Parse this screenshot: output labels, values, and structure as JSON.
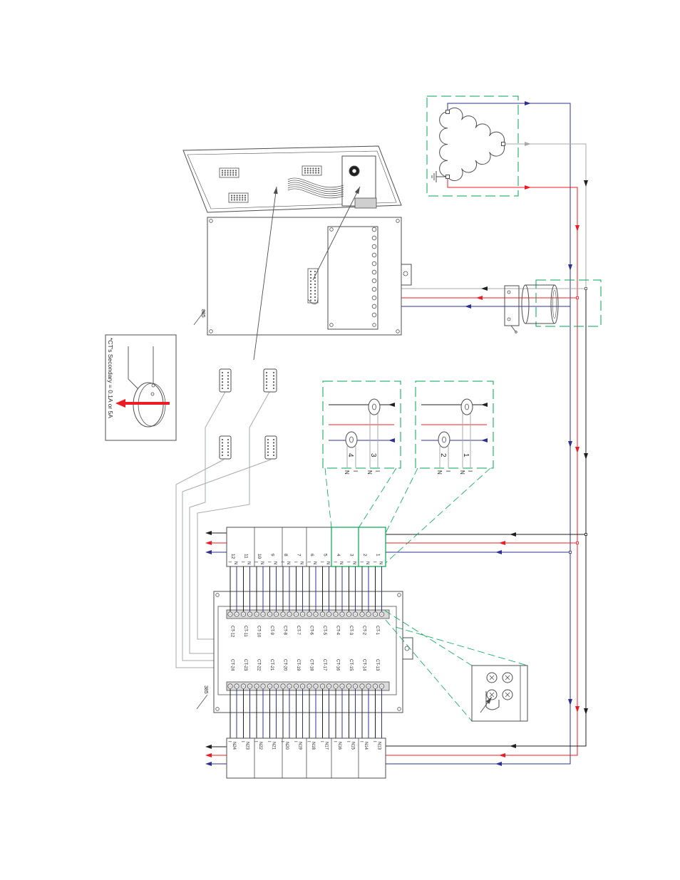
{
  "diagram": {
    "note": "*CT's Secondary = 0.1A or 5A",
    "monitor_label": "885",
    "terminal_board_label": "385"
  },
  "phase_labels": {
    "line": "I",
    "neutral": "N"
  },
  "detail_boxes": [
    {
      "ct_upper": "3",
      "ct_lower": "4"
    },
    {
      "ct_upper": "1",
      "ct_lower": "2"
    }
  ],
  "top_strip": {
    "ct_numbers": [
      "1",
      "2",
      "3",
      "4",
      "5",
      "6",
      "7",
      "8",
      "9",
      "10",
      "11",
      "12"
    ]
  },
  "terminal_board": {
    "top_row": [
      "CT-1",
      "CT-2",
      "CT-3",
      "CT-4",
      "CT-5",
      "CT-6",
      "CT-7",
      "CT-8",
      "CT-9",
      "CT-10",
      "CT-11",
      "CT-12"
    ],
    "bottom_row": [
      "CT-13",
      "CT-14",
      "CT-15",
      "CT-16",
      "CT-17",
      "CT-18",
      "CT-19",
      "CT-20",
      "CT-21",
      "CT-22",
      "CT-23",
      "CT-24"
    ]
  },
  "bottom_strip": {
    "ct_numbers": [
      "N13",
      "N14",
      "N15",
      "N16",
      "N17",
      "N18",
      "N19",
      "N20",
      "N21",
      "N22",
      "N23",
      "N24"
    ]
  },
  "colors": {
    "line_blue": "#2e3192",
    "line_red": "#ed1c24",
    "line_black": "#231f20",
    "line_gray": "#a7a9ac",
    "detail_green": "#00a651",
    "outline": "#4d4d4d",
    "strip_fill": "#d9d9d9"
  }
}
